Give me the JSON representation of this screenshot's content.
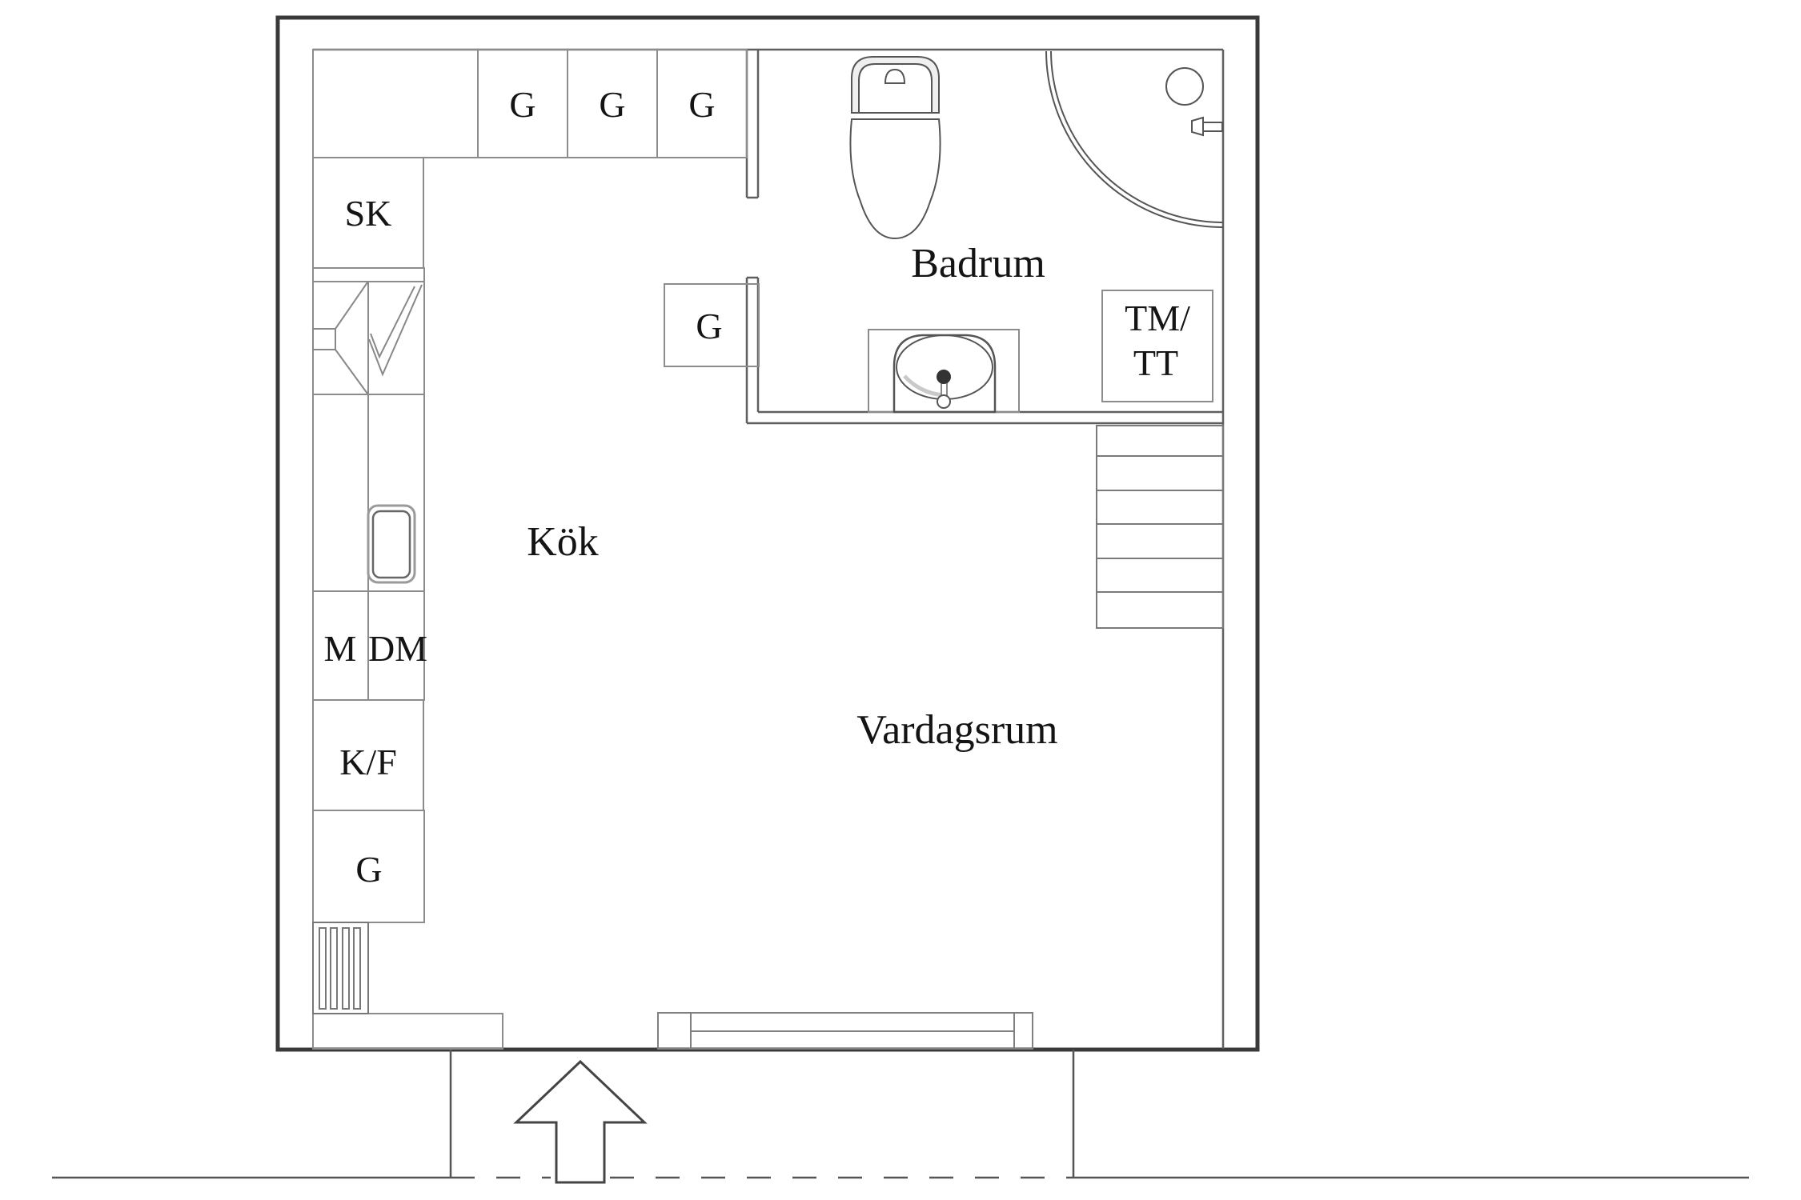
{
  "rooms": {
    "kitchen": "Kök",
    "bathroom": "Badrum",
    "living": "Vardagsrum"
  },
  "cabinets": {
    "top_row": [
      "G",
      "G",
      "G"
    ],
    "cleaning_closet": "SK",
    "hall_cabinet": "G",
    "microwave": "M",
    "dishwasher": "DM",
    "fridge_freezer": "K/F",
    "base_cabinet": "G",
    "washer_line1": "TM/",
    "washer_line2": "TT"
  },
  "colors": {
    "wall": "#3a3a3a",
    "inner_wall": "#5f5f5f",
    "cabinet_line": "#8c8c8c",
    "fixture_line": "#555555"
  }
}
